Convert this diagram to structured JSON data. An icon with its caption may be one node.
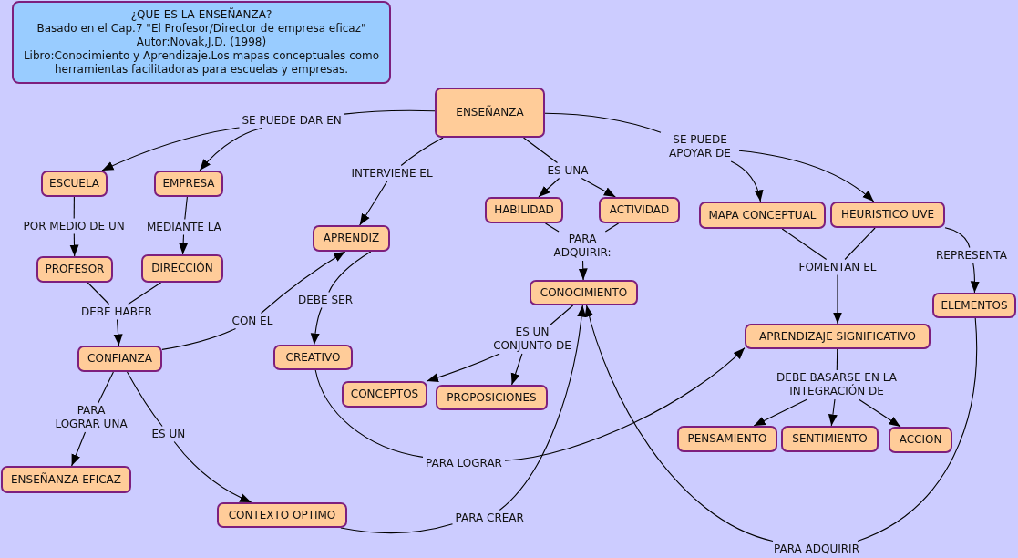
{
  "diagram": {
    "nodes": [
      {
        "text": [
          "¿QUE ES LA ENSEÑANZA?",
          "Basado en el Cap.7 \"El Profesor/Director de empresa eficaz\"",
          "Autor:Novak,J.D. (1998)",
          "Libro:Conocimiento y Aprendizaje.Los mapas conceptuales como herramientas facilitadoras para escuelas y empresas."
        ]
      },
      {
        "text": [
          "ENSEÑANZA"
        ]
      },
      {
        "text": [
          "SE PUEDE DAR EN"
        ]
      },
      {
        "text": [
          "SE PUEDE APOYAR DE"
        ]
      },
      {
        "text": [
          "INTERVIENE EL"
        ]
      },
      {
        "text": [
          "ES UNA"
        ]
      },
      {
        "text": [
          "ESCUELA"
        ]
      },
      {
        "text": [
          "EMPRESA"
        ]
      },
      {
        "text": [
          "HABILIDAD"
        ]
      },
      {
        "text": [
          "ACTIVIDAD"
        ]
      },
      {
        "text": [
          "MAPA CONCEPTUAL"
        ]
      },
      {
        "text": [
          "HEURISTICO UVE"
        ]
      },
      {
        "text": [
          "POR MEDIO DE UN"
        ]
      },
      {
        "text": [
          "MEDIANTE LA"
        ]
      },
      {
        "text": [
          "APRENDIZ"
        ]
      },
      {
        "text": [
          "PARA ADQUIRIR:"
        ]
      },
      {
        "text": [
          "REPRESENTA"
        ]
      },
      {
        "text": [
          "PROFESOR"
        ]
      },
      {
        "text": [
          "DIRECCIÓN"
        ]
      },
      {
        "text": [
          "FOMENTAN EL"
        ]
      },
      {
        "text": [
          "CONOCIMIENTO"
        ]
      },
      {
        "text": [
          "DEBE SER"
        ]
      },
      {
        "text": [
          "ELEMENTOS"
        ]
      },
      {
        "text": [
          "DEBE HABER"
        ]
      },
      {
        "text": [
          "CON EL"
        ]
      },
      {
        "text": [
          "APRENDIZAJE SIGNIFICATIVO"
        ]
      },
      {
        "text": [
          "ES UN CONJUNTO DE"
        ]
      },
      {
        "text": [
          "CONFIANZA"
        ]
      },
      {
        "text": [
          "CREATIVO"
        ]
      },
      {
        "text": [
          "CONCEPTOS"
        ]
      },
      {
        "text": [
          "PROPOSICIONES"
        ]
      },
      {
        "text": [
          "DEBE BASARSE EN LA INTEGRACIÓN DE"
        ]
      },
      {
        "text": [
          "PARA LOGRAR UNA"
        ]
      },
      {
        "text": [
          "ES UN"
        ]
      },
      {
        "text": [
          "PENSAMIENTO"
        ]
      },
      {
        "text": [
          "SENTIMIENTO"
        ]
      },
      {
        "text": [
          "ACCION"
        ]
      },
      {
        "text": [
          "PARA LOGRAR"
        ]
      },
      {
        "text": [
          "ENSEÑANZA EFICAZ"
        ]
      },
      {
        "text": [
          "CONTEXTO OPTIMO"
        ]
      },
      {
        "text": [
          "PARA CREAR"
        ]
      },
      {
        "text": [
          "PARA ADQUIRIR"
        ]
      }
    ],
    "edges": [
      {
        "from": 1,
        "to": 2,
        "arrow": "none"
      },
      {
        "from": 2,
        "to": 6,
        "arrow": "to"
      },
      {
        "from": 2,
        "to": 7,
        "arrow": "to"
      },
      {
        "from": 1,
        "to": 4,
        "arrow": "none"
      },
      {
        "from": 4,
        "to": 14,
        "arrow": "to"
      },
      {
        "from": 1,
        "to": 5,
        "arrow": "none"
      },
      {
        "from": 5,
        "to": 8,
        "arrow": "to"
      },
      {
        "from": 5,
        "to": 9,
        "arrow": "to"
      },
      {
        "from": 1,
        "to": 3,
        "arrow": "none"
      },
      {
        "from": 3,
        "to": 10,
        "arrow": "to"
      },
      {
        "from": 3,
        "to": 11,
        "arrow": "to"
      },
      {
        "from": 6,
        "to": 12,
        "arrow": "none"
      },
      {
        "from": 12,
        "to": 17,
        "arrow": "to"
      },
      {
        "from": 7,
        "to": 13,
        "arrow": "none"
      },
      {
        "from": 13,
        "to": 18,
        "arrow": "to"
      },
      {
        "from": 8,
        "to": 15,
        "arrow": "none"
      },
      {
        "from": 9,
        "to": 15,
        "arrow": "none"
      },
      {
        "from": 15,
        "to": 20,
        "arrow": "to"
      },
      {
        "from": 10,
        "to": 19,
        "arrow": "none"
      },
      {
        "from": 11,
        "to": 19,
        "arrow": "none"
      },
      {
        "from": 19,
        "to": 25,
        "arrow": "to"
      },
      {
        "from": 11,
        "to": 16,
        "arrow": "none"
      },
      {
        "from": 16,
        "to": 22,
        "arrow": "to"
      },
      {
        "from": 17,
        "to": 23,
        "arrow": "none"
      },
      {
        "from": 18,
        "to": 23,
        "arrow": "none"
      },
      {
        "from": 23,
        "to": 27,
        "arrow": "to"
      },
      {
        "from": 14,
        "to": 21,
        "arrow": "none"
      },
      {
        "from": 21,
        "to": 28,
        "arrow": "to"
      },
      {
        "from": 27,
        "to": 24,
        "arrow": "none"
      },
      {
        "from": 24,
        "to": 14,
        "arrow": "to"
      },
      {
        "from": 20,
        "to": 26,
        "arrow": "none"
      },
      {
        "from": 26,
        "to": 29,
        "arrow": "to"
      },
      {
        "from": 26,
        "to": 30,
        "arrow": "to"
      },
      {
        "from": 25,
        "to": 31,
        "arrow": "none"
      },
      {
        "from": 31,
        "to": 34,
        "arrow": "to"
      },
      {
        "from": 31,
        "to": 35,
        "arrow": "to"
      },
      {
        "from": 31,
        "to": 36,
        "arrow": "to"
      },
      {
        "from": 27,
        "to": 32,
        "arrow": "none"
      },
      {
        "from": 32,
        "to": 38,
        "arrow": "to"
      },
      {
        "from": 27,
        "to": 33,
        "arrow": "none"
      },
      {
        "from": 33,
        "to": 39,
        "arrow": "to"
      },
      {
        "from": 28,
        "to": 37,
        "arrow": "none"
      },
      {
        "from": 37,
        "to": 25,
        "arrow": "to"
      },
      {
        "from": 39,
        "to": 40,
        "arrow": "none"
      },
      {
        "from": 40,
        "to": 20,
        "arrow": "to"
      },
      {
        "from": 22,
        "to": 41,
        "arrow": "none"
      },
      {
        "from": 41,
        "to": 20,
        "arrow": "to"
      }
    ]
  }
}
